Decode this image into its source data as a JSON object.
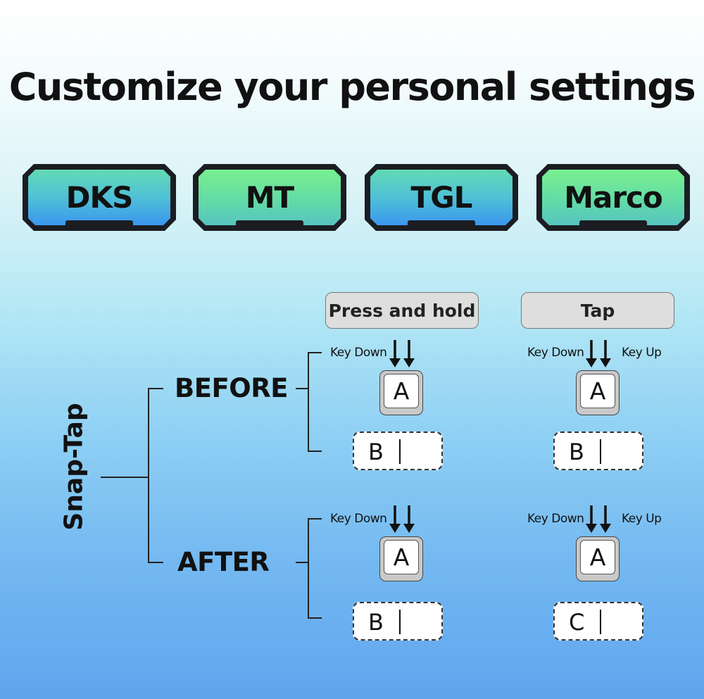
{
  "title": "Customize your personal settings",
  "modes": [
    {
      "label": "DKS",
      "style": "blue"
    },
    {
      "label": "MT",
      "style": "green"
    },
    {
      "label": "TGL",
      "style": "blue"
    },
    {
      "label": "Marco",
      "style": "green"
    }
  ],
  "diagram": {
    "root_label": "Snap-Tap",
    "columns": [
      {
        "header": "Press and hold"
      },
      {
        "header": "Tap"
      }
    ],
    "key_down_label": "Key Down",
    "key_up_label": "Key Up",
    "stages": [
      {
        "label": "BEFORE",
        "press_and_hold": {
          "key": "A",
          "result": "B"
        },
        "tap": {
          "key": "A",
          "result": "B"
        }
      },
      {
        "label": "AFTER",
        "press_and_hold": {
          "key": "A",
          "result": "B"
        },
        "tap": {
          "key": "A",
          "result": "C"
        }
      }
    ]
  },
  "colors": {
    "button_blue": "#3c96ef",
    "button_green": "#78f08f",
    "button_frame": "#1b1d22"
  }
}
